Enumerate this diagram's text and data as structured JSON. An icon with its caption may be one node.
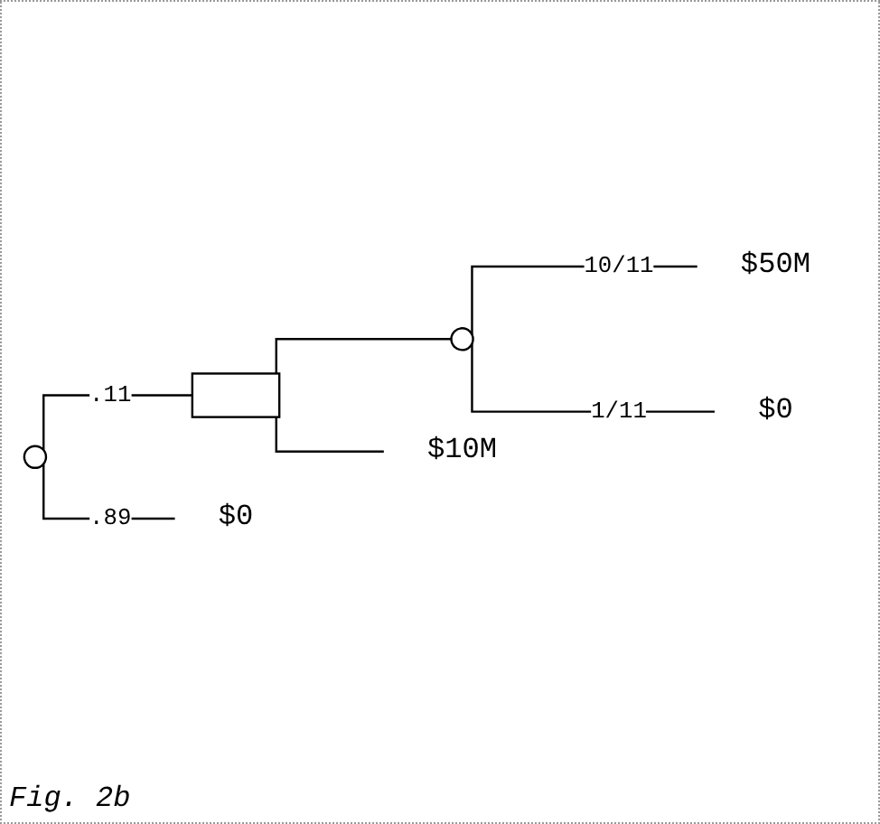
{
  "diagram": {
    "caption": "Fig. 2b",
    "nodes": [
      {
        "text": [],
        "shape": "circle"
      },
      {
        "text": [],
        "shape": "box"
      },
      {
        "text": [],
        "shape": "circle"
      },
      {
        "text": [
          "$50M"
        ]
      },
      {
        "text": [
          "$0"
        ]
      },
      {
        "text": [
          "$10M"
        ]
      },
      {
        "text": [
          "$0"
        ]
      }
    ],
    "edges": [
      {
        "from": 0,
        "to": 1,
        "arrow": "none",
        "label": ".11"
      },
      {
        "from": 0,
        "to": 6,
        "arrow": "none",
        "label": ".89"
      },
      {
        "from": 1,
        "to": 2,
        "arrow": "none"
      },
      {
        "from": 1,
        "to": 5,
        "arrow": "none"
      },
      {
        "from": 2,
        "to": 3,
        "arrow": "none",
        "label": "10/11"
      },
      {
        "from": 2,
        "to": 4,
        "arrow": "none",
        "label": "1/11"
      }
    ]
  }
}
